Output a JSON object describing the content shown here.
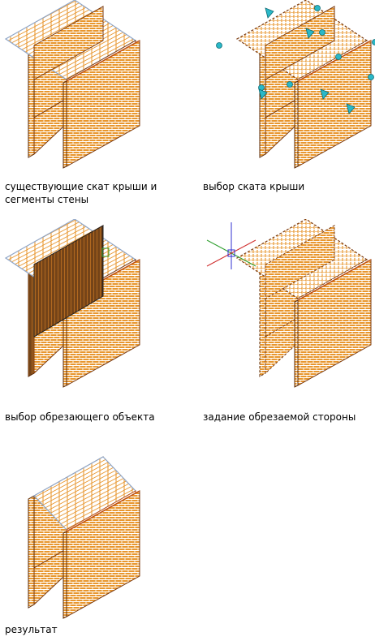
{
  "captions": {
    "step1": "существующие скат крыши и сегменты стены",
    "step2": "выбор ската крыши",
    "step3": "выбор обрезающего объекта",
    "step4": "задание обрезаемой стороны",
    "step5": "результат"
  },
  "colors": {
    "brick": "#e8962e",
    "mortar": "#ffffff",
    "outline": "#7a3a10",
    "edge_dark": "#5a2a08",
    "grip": "#2ab8c8",
    "grip_dark": "#0d6b74",
    "roof_blue_edge": "#8fa6c8",
    "highlight": "#c05010",
    "ucs_red": "#d03030",
    "ucs_green": "#30a030",
    "ucs_blue": "#3030d0",
    "select_box": "#30a030"
  }
}
